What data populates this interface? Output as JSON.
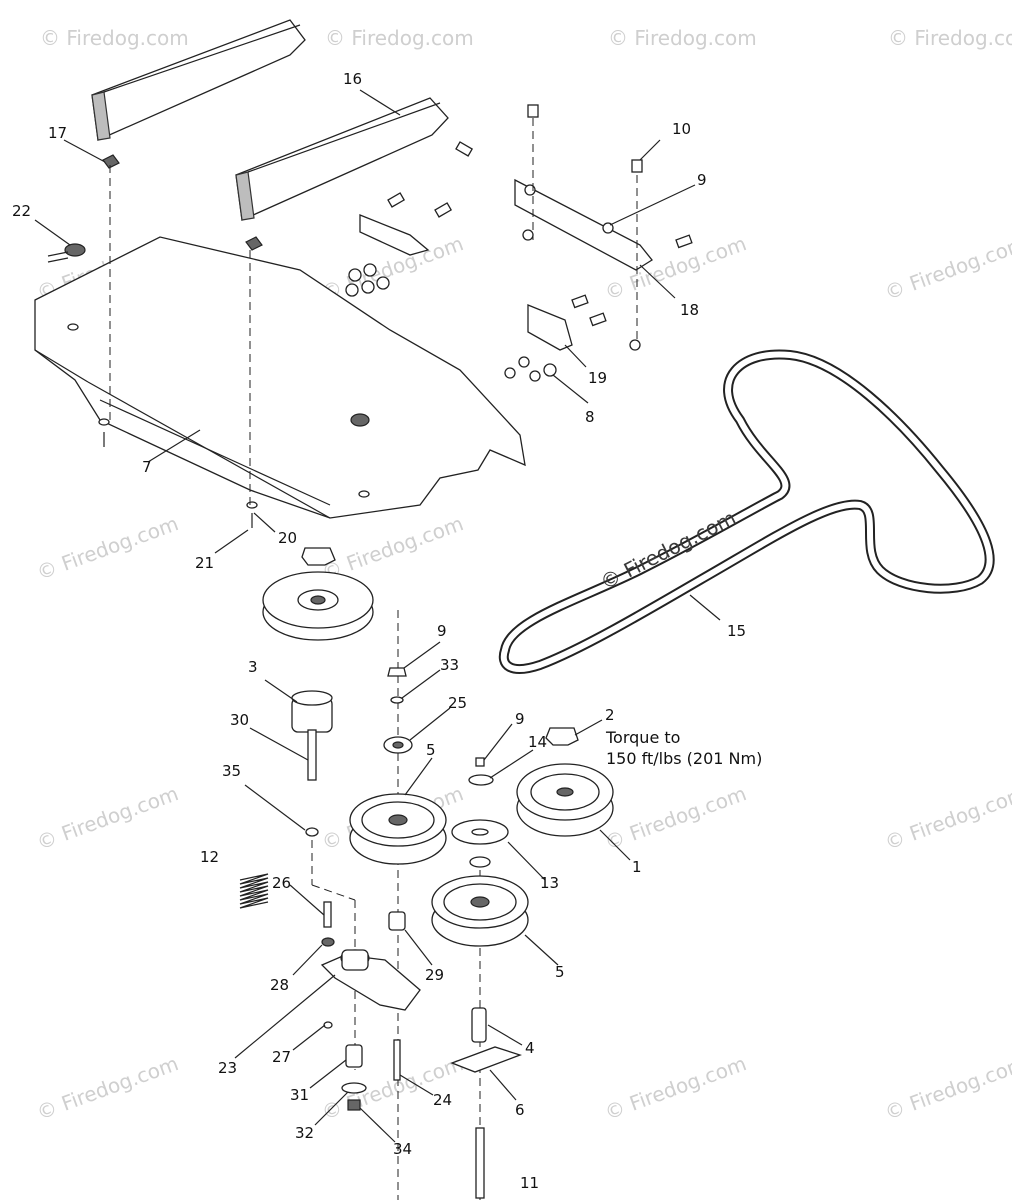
{
  "diagram": {
    "labels": [
      "1",
      "2",
      "3",
      "4",
      "5",
      "5",
      "6",
      "7",
      "8",
      "9",
      "9",
      "9",
      "10",
      "11",
      "12",
      "13",
      "14",
      "15",
      "16",
      "17",
      "18",
      "19",
      "20",
      "21",
      "22",
      "23",
      "24",
      "25",
      "26",
      "27",
      "28",
      "29",
      "30",
      "31",
      "32",
      "33",
      "34",
      "35"
    ],
    "torque_line1": "Torque to",
    "torque_line2": "150 ft/lbs (201 Nm)",
    "watermark": "© Firedog.com",
    "belt_watermark": "© Firedog.com"
  },
  "colors": {
    "line": "#222222",
    "watermark": "#cfcfcf",
    "background": "#ffffff"
  }
}
